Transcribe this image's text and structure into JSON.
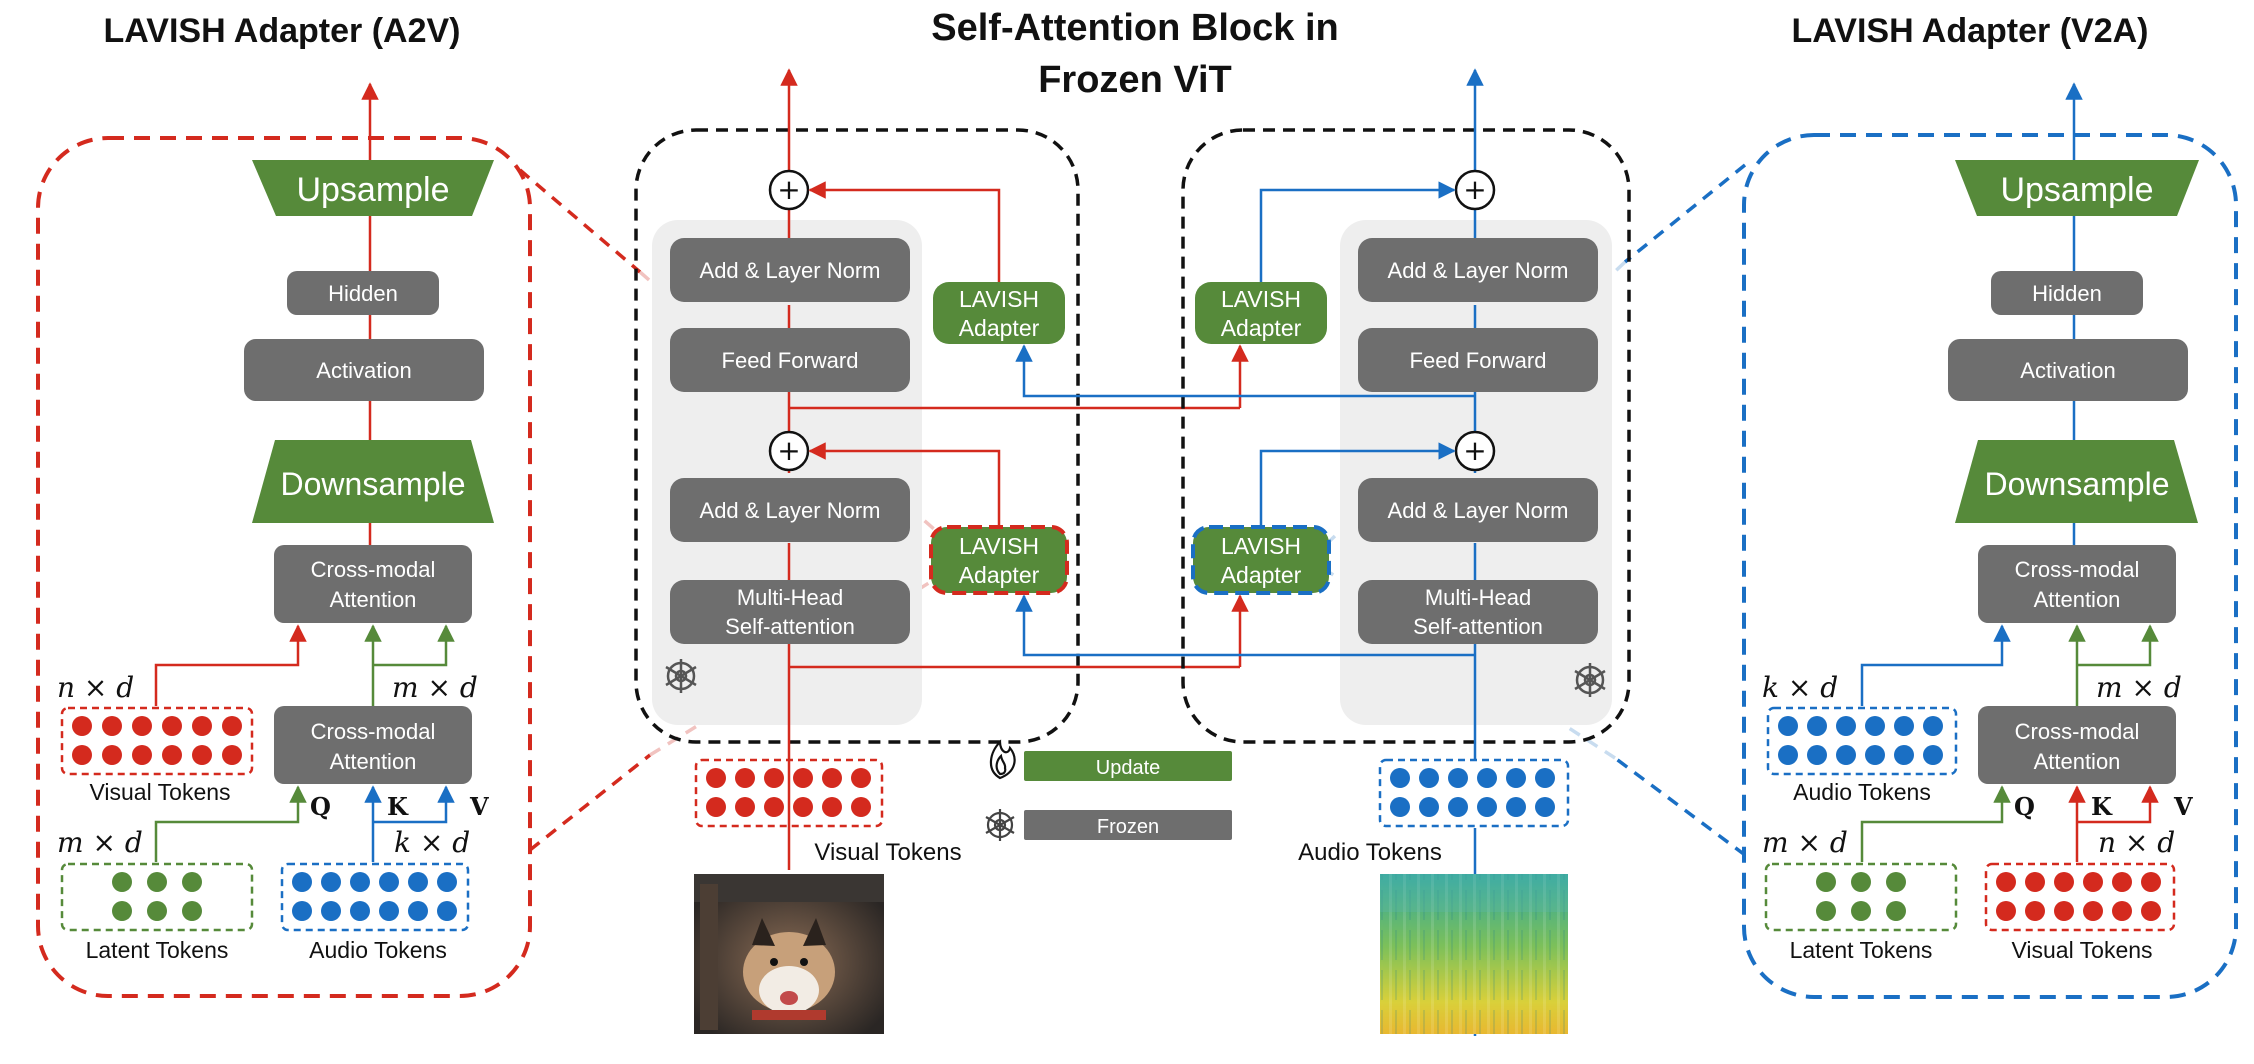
{
  "titles": {
    "left": "LAVISH Adapter (A2V)",
    "center_line1": "Self-Attention Block in",
    "center_line2": "Frozen ViT",
    "right": "LAVISH Adapter (V2A)"
  },
  "adapter_a2v": {
    "upsample": "Upsample",
    "hidden": "Hidden",
    "activation": "Activation",
    "downsample": "Downsample",
    "cross_attn_top": [
      "Cross-modal",
      "Attention"
    ],
    "cross_attn_bottom": [
      "Cross-modal",
      "Attention"
    ],
    "dim_visual": "n × d",
    "dim_latent_up": "m × d",
    "dim_latent": "m × d",
    "dim_audio": "k × d",
    "q": "Q",
    "k": "K",
    "v": "V",
    "visual_tokens": "Visual Tokens",
    "latent_tokens": "Latent Tokens",
    "audio_tokens": "Audio Tokens"
  },
  "adapter_v2a": {
    "upsample": "Upsample",
    "hidden": "Hidden",
    "activation": "Activation",
    "downsample": "Downsample",
    "cross_attn_top": [
      "Cross-modal",
      "Attention"
    ],
    "cross_attn_bottom": [
      "Cross-modal",
      "Attention"
    ],
    "dim_audio": "k × d",
    "dim_latent_up": "m × d",
    "dim_latent": "m × d",
    "dim_visual": "n × d",
    "q": "Q",
    "k": "K",
    "v": "V",
    "audio_tokens": "Audio Tokens",
    "latent_tokens": "Latent Tokens",
    "visual_tokens": "Visual Tokens"
  },
  "vit_visual": {
    "add_norm_top": "Add & Layer Norm",
    "feed_forward": "Feed Forward",
    "add_norm_bottom": "Add & Layer Norm",
    "mhsa": [
      "Multi-Head",
      "Self-attention"
    ],
    "lavish_top": [
      "LAVISH",
      "Adapter"
    ],
    "lavish_bottom": [
      "LAVISH",
      "Adapter"
    ],
    "tokens_label": "Visual Tokens"
  },
  "vit_audio": {
    "add_norm_top": "Add & Layer Norm",
    "feed_forward": "Feed Forward",
    "add_norm_bottom": "Add & Layer Norm",
    "mhsa": [
      "Multi-Head",
      "Self-attention"
    ],
    "lavish_top": [
      "LAVISH",
      "Adapter"
    ],
    "lavish_bottom": [
      "LAVISH",
      "Adapter"
    ],
    "tokens_label": "Audio Tokens"
  },
  "legend": {
    "update": "Update",
    "frozen": "Frozen"
  },
  "colors": {
    "red": "#d42a1e",
    "blue": "#1a6fc4",
    "green": "#568a3a",
    "gray": "#6e6e6e",
    "panel": "#eeeeee"
  }
}
